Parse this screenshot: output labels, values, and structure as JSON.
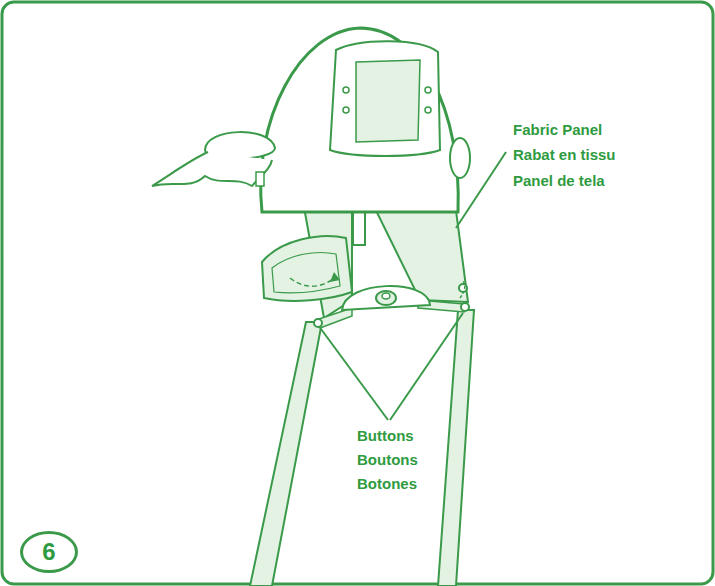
{
  "diagram": {
    "nodes": [
      {
        "text": [
          "6"
        ]
      }
    ],
    "labels": [
      "Fabric Panel",
      "Rabat en tissu",
      "Panel de tela",
      "Buttons",
      "Boutons",
      "Botones"
    ]
  }
}
